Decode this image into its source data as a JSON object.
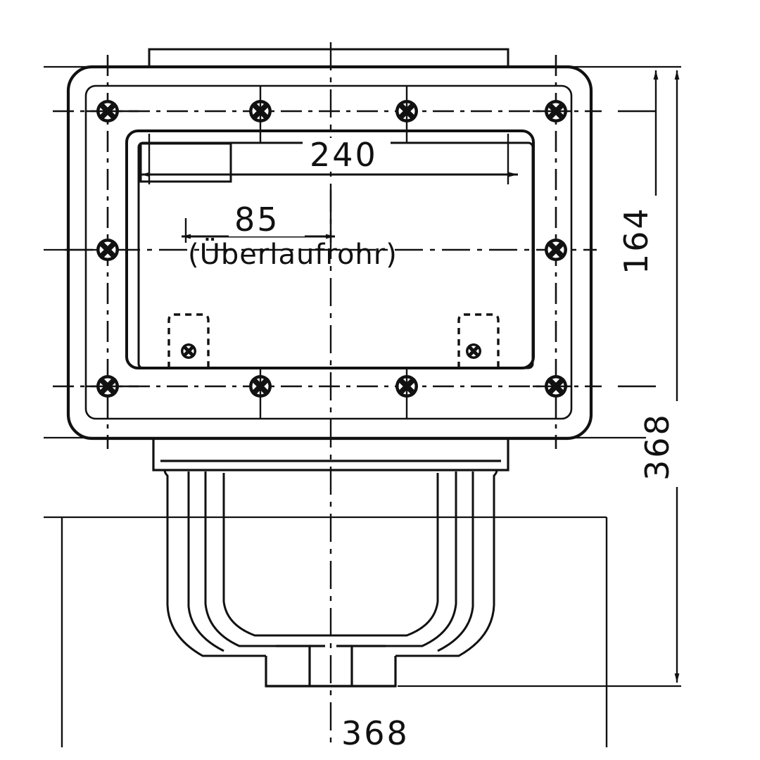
{
  "drawing": {
    "title": "Ablauf / Bodenablauf technische Zeichnung",
    "type": "engineering-drawing",
    "view": "top view with section below",
    "units": "mm",
    "line_color": "#111111",
    "background_color": "#ffffff"
  },
  "dimensions": {
    "width_inner": "240",
    "overflow_pipe_offset": "85",
    "overflow_pipe_label": "(Überlaufrohr)",
    "height_plate": "164",
    "height_total": "368",
    "bottom_cut_label": "368"
  },
  "hardware": {
    "bolt_count": 10,
    "bolt_symbol": "circled-cross",
    "anchor_count": 2,
    "anchor_symbol": "hidden-rect-with-screw"
  },
  "annotations": {
    "dim_240": "240",
    "dim_85": "85",
    "dim_ueberlaufrohr": "(Überlaufrohr)",
    "dim_164": "164",
    "dim_368": "368",
    "dim_bottom_partial": "368"
  }
}
